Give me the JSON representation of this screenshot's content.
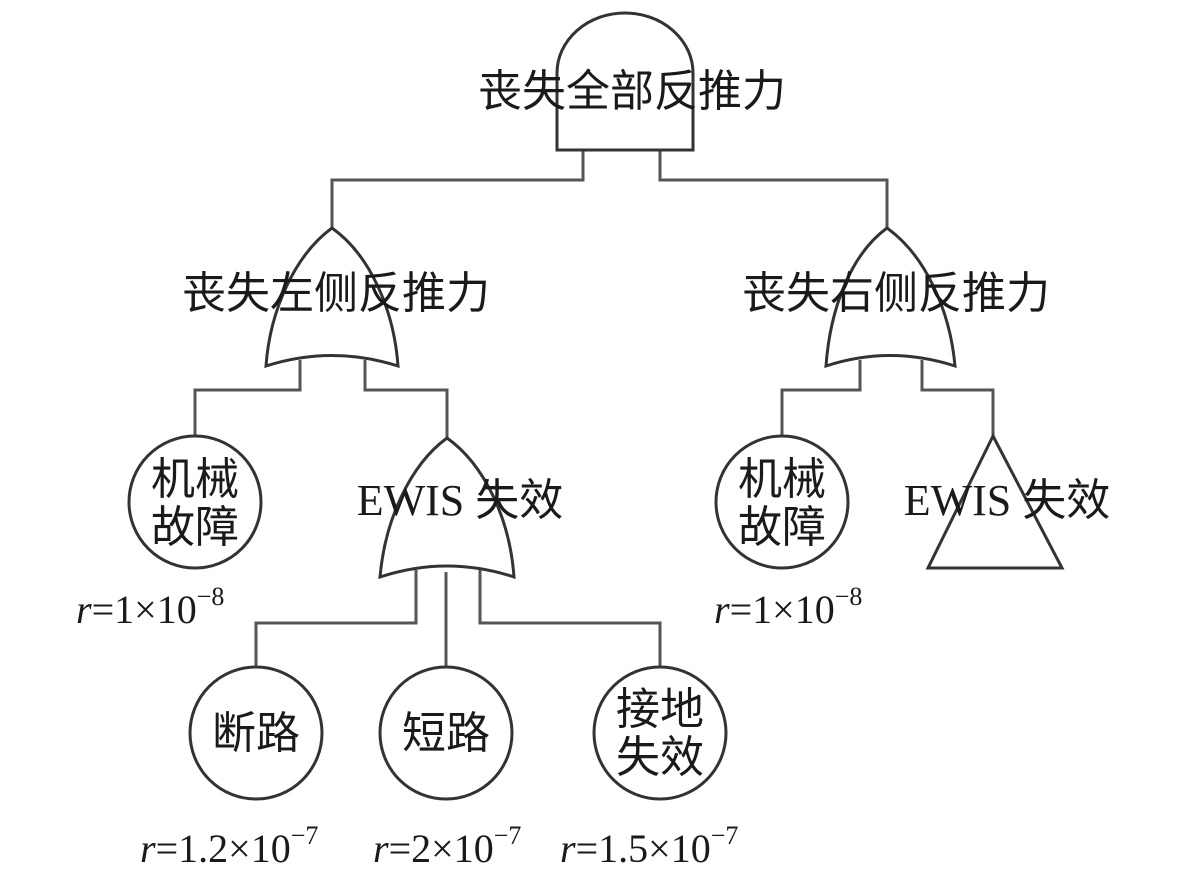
{
  "fault_tree": {
    "top": {
      "label": "丧失全部反推力",
      "gate": "AND"
    },
    "left_branch": {
      "label": "丧失左侧反推力",
      "gate": "OR",
      "mech_event": {
        "line1": "机械",
        "line2": "故障",
        "rate_var": "r",
        "rate_mant": "=1×10",
        "rate_exp": "−8"
      },
      "ewis": {
        "label": "EWIS 失效",
        "gate": "OR",
        "open_circuit": {
          "label": "断路",
          "rate_var": "r",
          "rate_mant": "=1.2×10",
          "rate_exp": "−7"
        },
        "short_circuit": {
          "label": "短路",
          "rate_var": "r",
          "rate_mant": "=2×10",
          "rate_exp": "−7"
        },
        "ground_fault": {
          "line1": "接地",
          "line2": "失效",
          "rate_var": "r",
          "rate_mant": "=1.5×10",
          "rate_exp": "−7"
        }
      }
    },
    "right_branch": {
      "label": "丧失右侧反推力",
      "gate": "OR",
      "mech_event": {
        "line1": "机械",
        "line2": "故障",
        "rate_var": "r",
        "rate_mant": "=1×10",
        "rate_exp": "−8"
      },
      "ewis_transfer": {
        "label": "EWIS 失效",
        "symbol": "transfer-triangle"
      }
    }
  }
}
